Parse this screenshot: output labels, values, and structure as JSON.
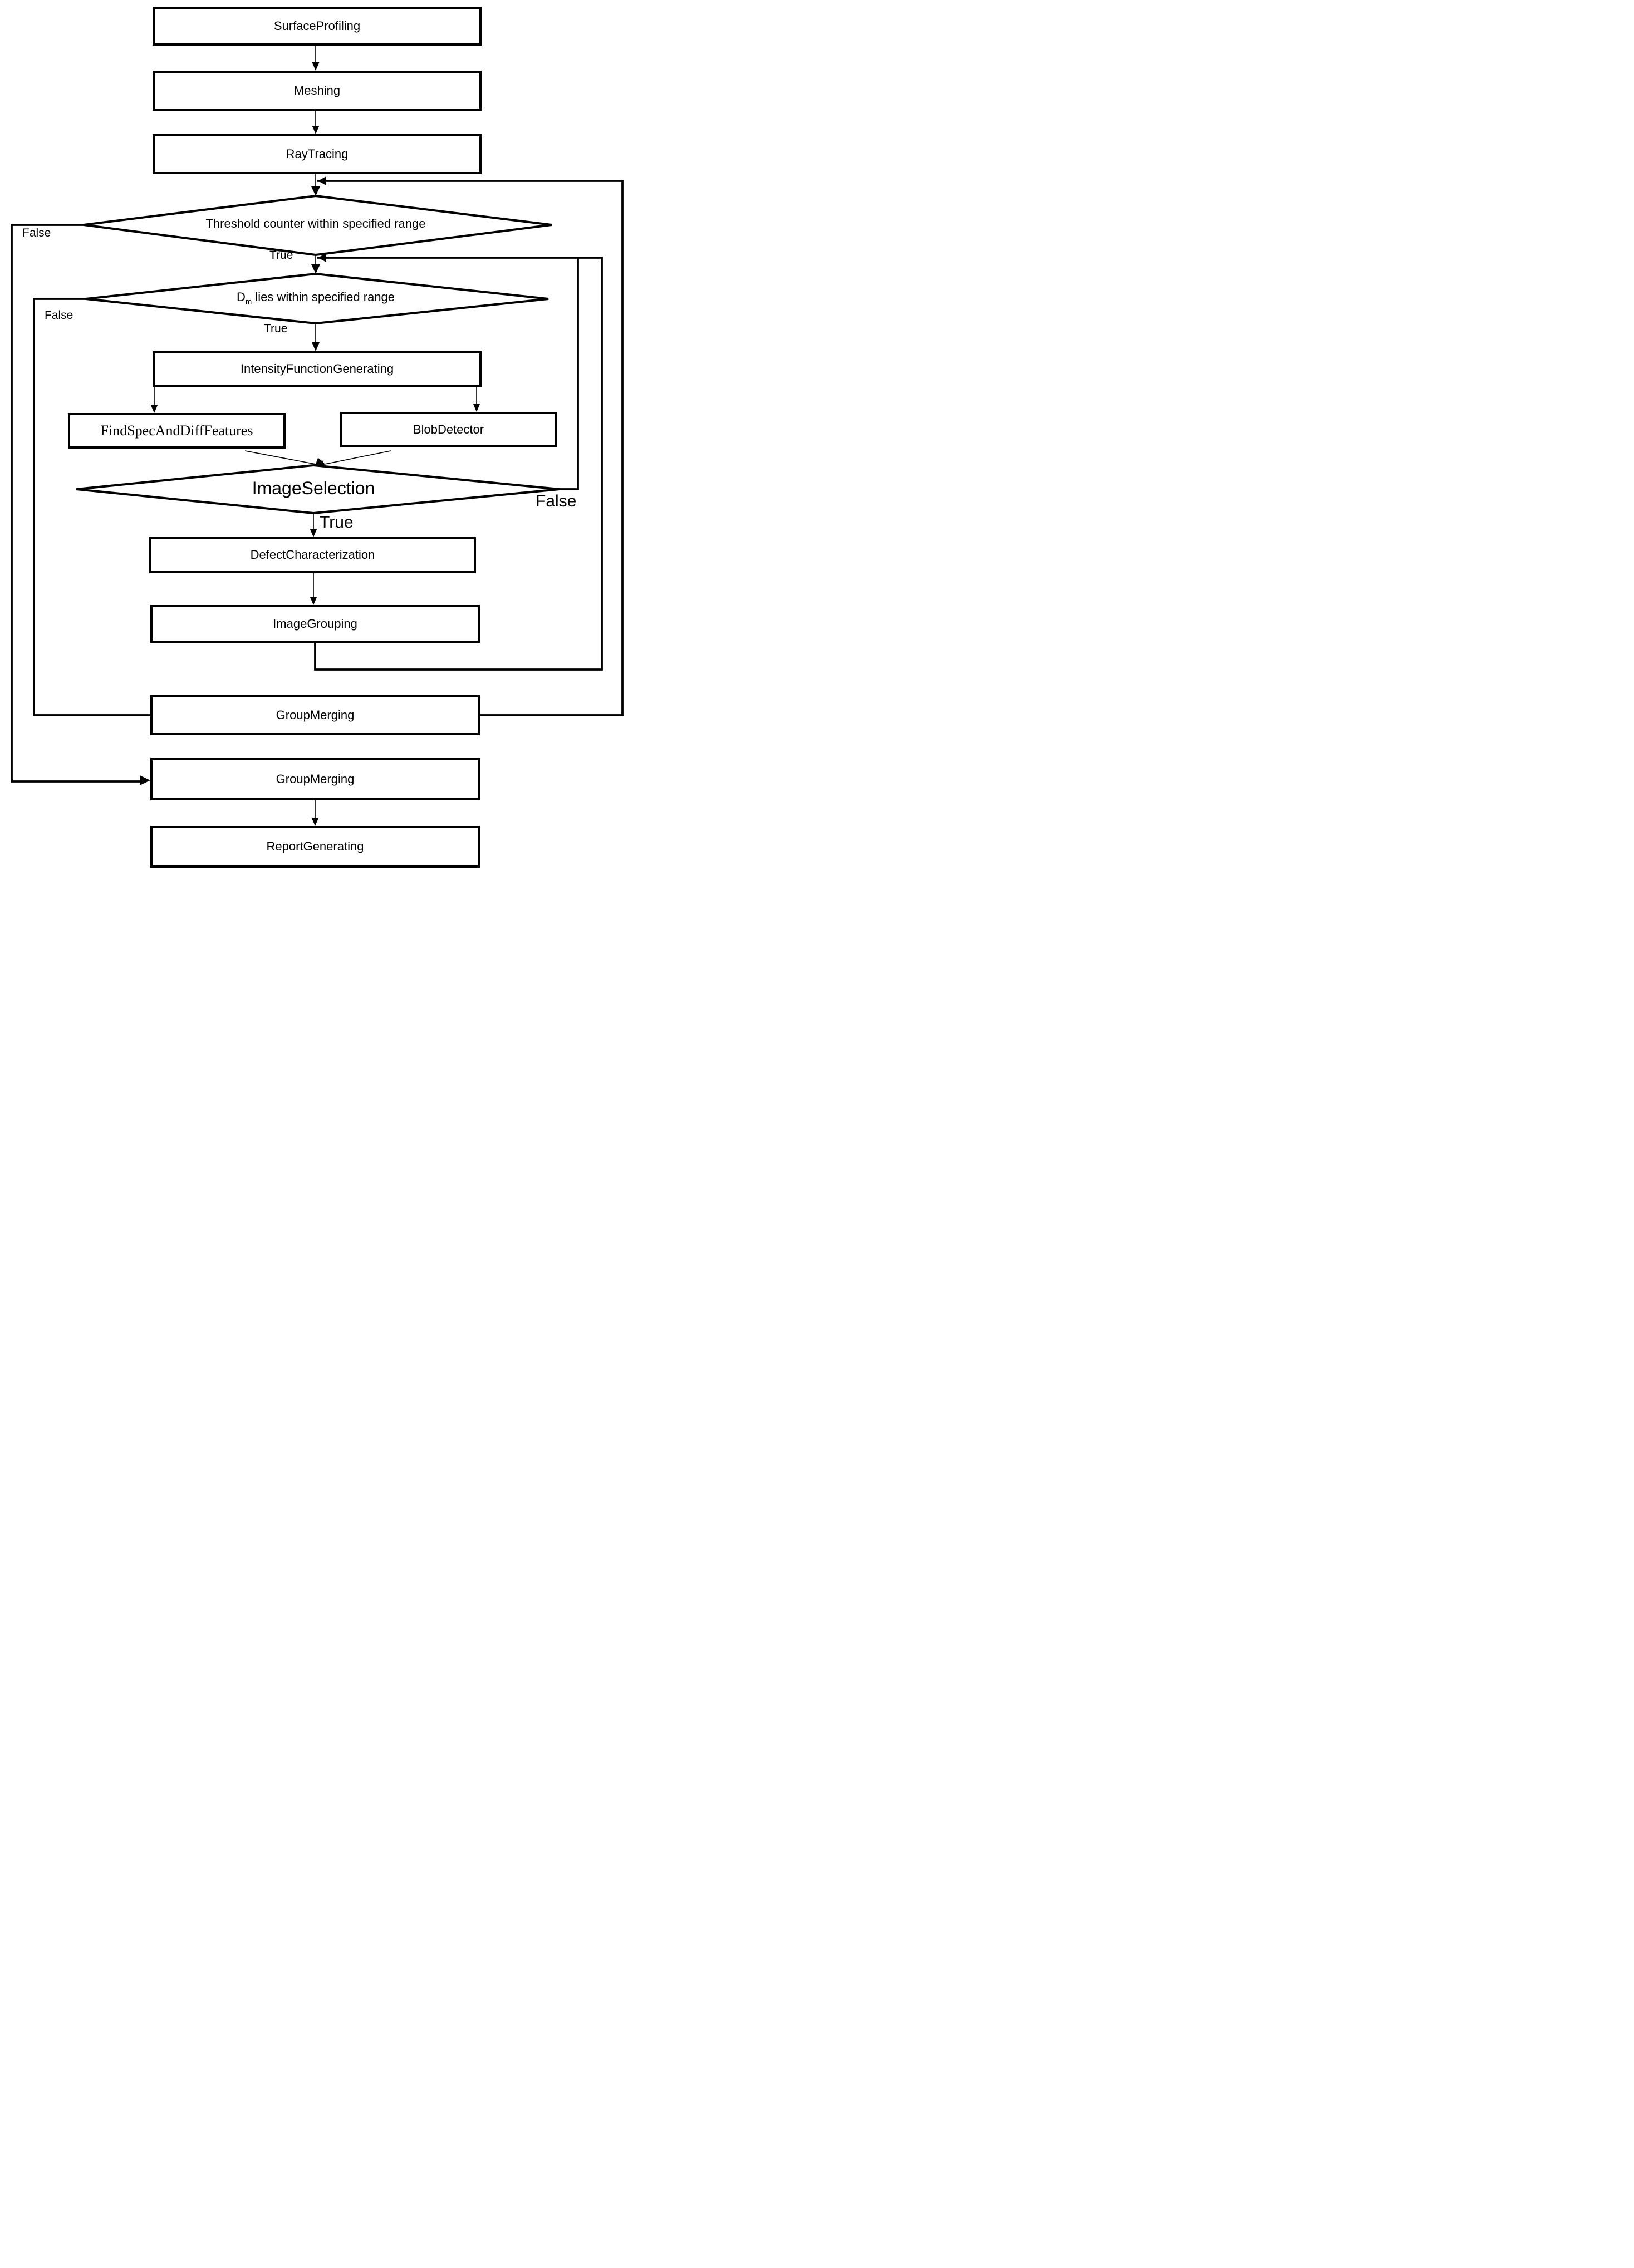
{
  "flowchart": {
    "background_color": "#ffffff",
    "line_color": "#000000",
    "text_color": "#000000",
    "nodes": {
      "surface_profiling": {
        "label": "SurfaceProfiling"
      },
      "meshing": {
        "label": "Meshing"
      },
      "ray_tracing": {
        "label": "RayTracing"
      },
      "threshold_decision": {
        "label": "Threshold counter within specified range"
      },
      "dm_decision": {
        "label_base": "D",
        "label_subscript": "m",
        "label_rest": " lies within specified range"
      },
      "intensity_function_generating": {
        "label": "IntensityFunctionGenerating"
      },
      "find_spec_and_diff_features": {
        "label": "FindSpecAndDiffFeatures"
      },
      "blob_detector": {
        "label": "BlobDetector"
      },
      "image_selection": {
        "label": "ImageSelection"
      },
      "defect_characterization": {
        "label": "DefectCharacterization"
      },
      "image_grouping": {
        "label": "ImageGrouping"
      },
      "group_merging_upper": {
        "label": "GroupMerging"
      },
      "group_merging_lower": {
        "label": "GroupMerging"
      },
      "report_generating": {
        "label": "ReportGenerating"
      }
    },
    "branch_labels": {
      "threshold_false": "False",
      "threshold_true": "True",
      "dm_false": "False",
      "dm_true": "True",
      "image_selection_false": "False",
      "image_selection_true": "True"
    }
  }
}
